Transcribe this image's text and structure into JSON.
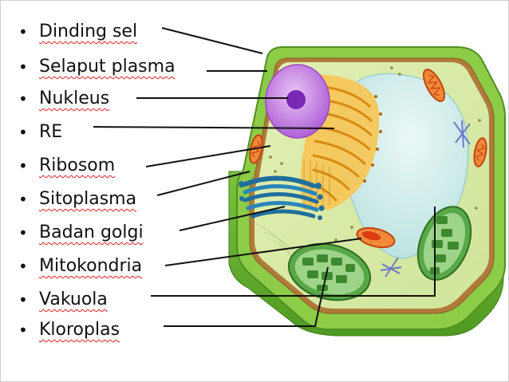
{
  "labels": [
    {
      "text": "Dinding sel"
    },
    {
      "text": "Selaput plasma"
    },
    {
      "text": "Nukleus"
    },
    {
      "text": "RE"
    },
    {
      "text": "Ribosom"
    },
    {
      "text": "Sitoplasma"
    },
    {
      "text": "Badan golgi"
    },
    {
      "text": "Mitokondria"
    },
    {
      "text": "Vakuola"
    },
    {
      "text": "Kloroplas"
    }
  ],
  "colors": {
    "cell_wall_top": "#8ccc46",
    "cell_wall_side": "#5fa62a",
    "cytoplasm": "#d9eba8",
    "vacuole": "#c9ece9",
    "nucleus": "#b45fd6",
    "nucleolus": "#7a28b6",
    "er": "#f2a623",
    "golgi": "#1f6f9c",
    "mitochondria": "#e64a16",
    "chloroplast": "#4f9a3c",
    "leader_line": "#111111",
    "spellcheck_underline": "#e02020"
  }
}
